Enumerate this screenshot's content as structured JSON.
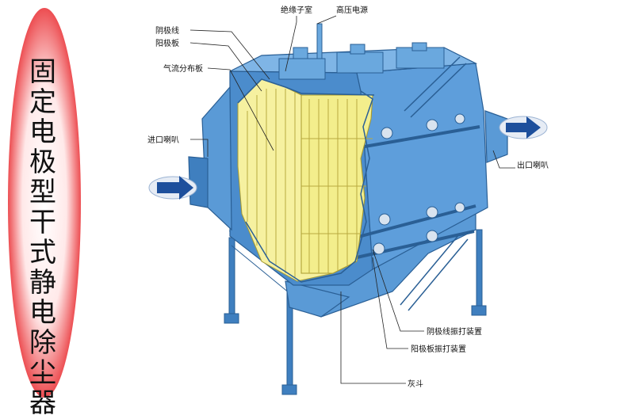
{
  "title": "固定电极型干式静电除尘器",
  "labels": {
    "insulator_chamber": "绝缘子室",
    "hv_supply": "高压电源",
    "cathode_wire": "阴极线",
    "anode_plate": "阳极板",
    "gas_distribution_plate": "气流分布板",
    "inlet_horn": "进口喇叭",
    "outlet_horn": "出口喇叭",
    "cathode_rapper": "阴极线振打装置",
    "anode_rapper": "阳极板振打装置",
    "ash_hopper": "灰斗"
  },
  "colors": {
    "body": "#5a9ad6",
    "body_dark": "#3f7fbf",
    "plates": "#f3ee8c",
    "banner": "#e8262b",
    "arrow": "#1d4f9c"
  }
}
